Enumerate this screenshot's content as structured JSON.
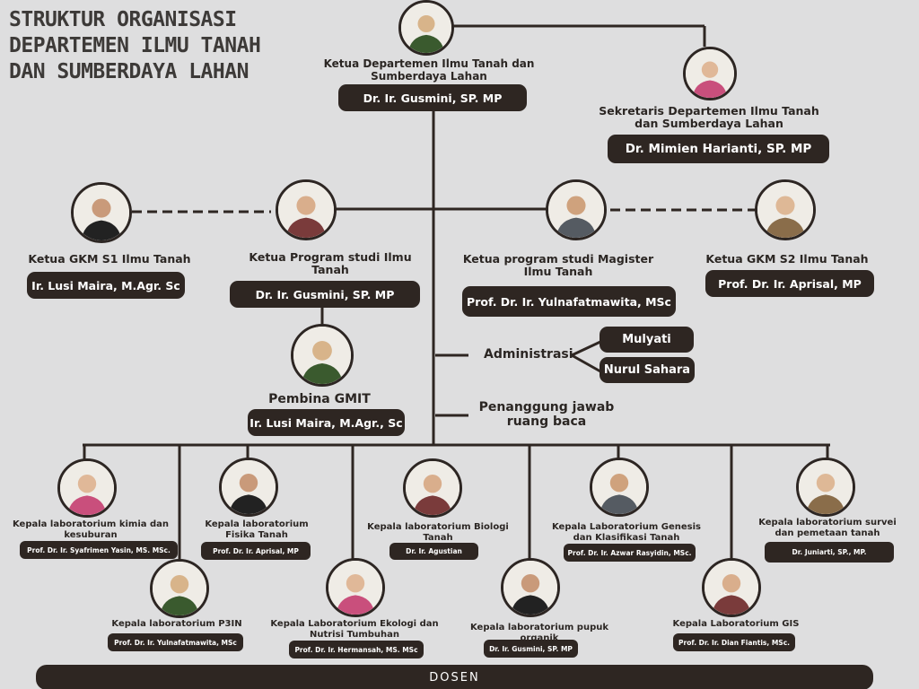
{
  "title": [
    "STRUKTUR ORGANISASI",
    "DEPARTEMEN ILMU TANAH",
    "DAN SUMBERDAYA LAHAN"
  ],
  "nodes": {
    "ketua_dept": {
      "role": "Ketua Departemen Ilmu Tanah dan Sumberdaya Lahan",
      "name": "Dr. Ir. Gusmini, SP. MP"
    },
    "sekretaris": {
      "role": "Sekretaris Departemen Ilmu Tanah dan Sumberdaya Lahan",
      "name": "Dr. Mimien Harianti, SP. MP"
    },
    "gkm_s1": {
      "role": "Ketua GKM S1 Ilmu Tanah",
      "name": "Ir. Lusi Maira, M.Agr. Sc"
    },
    "kaprodi_s1": {
      "role": "Ketua Program studi  Ilmu Tanah",
      "name": "Dr. Ir. Gusmini, SP. MP"
    },
    "kaprodi_s2": {
      "role": "Ketua program studi Magister Ilmu Tanah",
      "name": "Prof. Dr. Ir. Yulnafatmawita, MSc"
    },
    "gkm_s2": {
      "role": "Ketua GKM S2 Ilmu Tanah",
      "name": "Prof. Dr. Ir. Aprisal, MP"
    },
    "pembina": {
      "role": "Pembina GMIT",
      "name": "Ir. Lusi Maira, M.Agr., Sc"
    }
  },
  "administrasi": {
    "label": "Administrasi",
    "staff": [
      "Mulyati",
      "Nurul Sahara"
    ]
  },
  "ruang_baca": {
    "label": "Penanggung jawab ruang baca"
  },
  "labs": [
    {
      "role": "Kepala laboratorium kimia dan kesuburan",
      "name": "Prof. Dr. Ir. Syafrimen Yasin, MS. MSc."
    },
    {
      "role": "Kepala laboratorium P3IN",
      "name": "Prof. Dr. Ir. Yulnafatmawita, MSc"
    },
    {
      "role": "Kepala laboratorium Fisika Tanah",
      "name": "Prof. Dr. Ir. Aprisal, MP"
    },
    {
      "role": "Kepala Laboratorium Ekologi dan Nutrisi Tumbuhan",
      "name": "Prof. Dr. Ir. Hermansah, MS. MSc"
    },
    {
      "role": "Kepala laboratorium Biologi Tanah",
      "name": "Dr. Ir. Agustian"
    },
    {
      "role": "Kepala laboratorium pupuk organik",
      "name": "Dr. Ir. Gusmini, SP. MP"
    },
    {
      "role": "Kepala Laboratorium Genesis dan Klasifikasi Tanah",
      "name": "Prof. Dr. Ir. Azwar Rasyidin, MSc."
    },
    {
      "role": "Kepala Laboratorium GIS",
      "name": "Prof. Dr. Ir.  Dian Fiantis, MSc."
    },
    {
      "role": "Kepala laboratorium survei dan pemetaan tanah",
      "name": "Dr. Juniarti, SP., MP."
    }
  ],
  "footer": {
    "label": "DOSEN"
  },
  "colors": {
    "background": "#dededf",
    "pill": "#2e2622",
    "line": "#2e2622",
    "text": "#2b2623",
    "title": "#3d3a38"
  }
}
